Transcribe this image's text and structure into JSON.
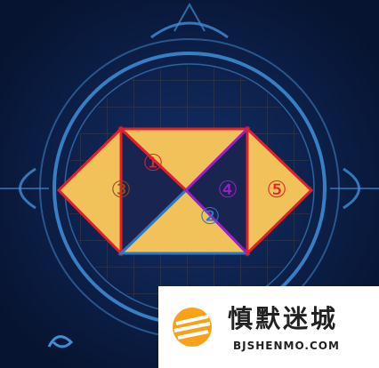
{
  "colors": {
    "background": "#0a1a3a",
    "frame_glow": "#3f8fd8",
    "piece_fill": "#f2c25a",
    "dark_gap": "#1a2450",
    "outline_red": "#e0202a",
    "outline_purple": "#9a20c8",
    "outline_blue": "#2a78c8"
  },
  "puzzle": {
    "pieces": [
      {
        "id": "piece-1",
        "label": "①",
        "color": "#e0202a"
      },
      {
        "id": "piece-2",
        "label": "②",
        "color": "#2a78c8"
      },
      {
        "id": "piece-3",
        "label": "③",
        "color": "#e0202a"
      },
      {
        "id": "piece-4",
        "label": "④",
        "color": "#9a20c8"
      },
      {
        "id": "piece-5",
        "label": "⑤",
        "color": "#e0202a"
      }
    ]
  },
  "watermark": {
    "title": "慎默迷城",
    "url": "BJSHENMO.COM",
    "logo_icon": "orange-sun-logo-icon"
  }
}
